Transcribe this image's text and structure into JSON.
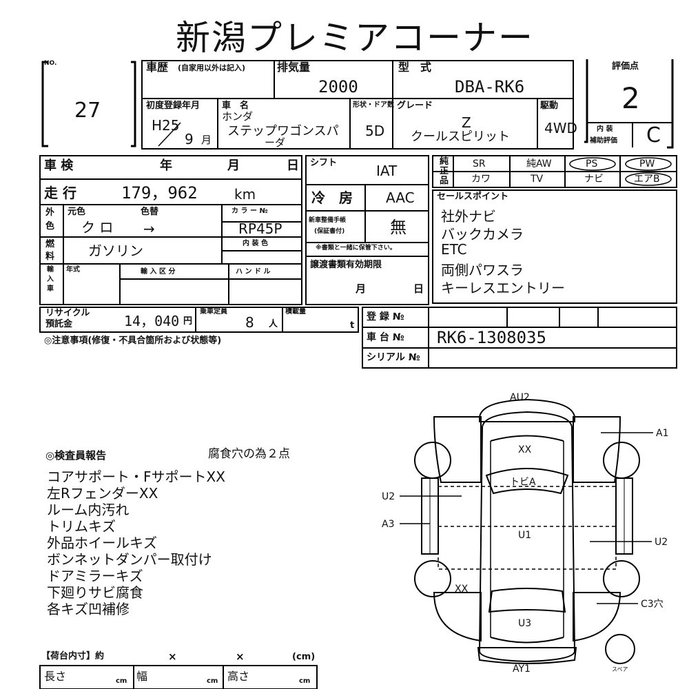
{
  "title": "新潟プレミアコーナー",
  "header": {
    "no_label": "NO.",
    "no_value": "27",
    "history_label": "車歴",
    "history_note": "(自家用以外は記入)",
    "displacement_label": "排気量",
    "displacement_value": "2000",
    "model_label": "型　式",
    "model_value": "DBA-RK6",
    "first_reg_label": "初度登録年月",
    "first_reg_era": "H25",
    "first_reg_month": "9",
    "month_unit": "月",
    "name_label": "車　名",
    "maker": "ホンダ",
    "name_line1": "ステップワゴンスパ",
    "name_line2": "ーダ",
    "shape_label": "形状・ドア数",
    "shape_value": "5D",
    "grade_label": "グレード",
    "grade_line1": "Z",
    "grade_line2": "クールスピリット",
    "drive_label": "駆動",
    "drive_value": "4WD",
    "score_label": "評価点",
    "score_value": "2",
    "interior_label_1": "内 装",
    "interior_label_2": "補助評価",
    "interior_value": "C"
  },
  "details": {
    "inspection_label": "車 検",
    "year_unit": "年",
    "month_unit": "月",
    "day_unit": "日",
    "shift_label": "シフト",
    "shift_value": "IAT",
    "mileage_label": "走 行",
    "mileage_value": "179，962",
    "mileage_unit": "km",
    "ac_label": "冷　房",
    "ac_value": "AAC",
    "ext_label_1": "外",
    "ext_label_2": "色",
    "orig_color_label": "元色",
    "repaint_label": "色替",
    "orig_color_value": "ク ロ",
    "repaint_value": "→",
    "color_no_label": "カ ラ ー №",
    "color_no_value": "RP45P",
    "fuel_label_1": "燃",
    "fuel_label_2": "料",
    "fuel_value": "ガソリン",
    "interior_color_label": "内 装 色",
    "manual_label_1": "新車整備手帳",
    "manual_label_2": "(保証書付)",
    "manual_value": "無",
    "manual_note": "※書類と一緒に保管下さい。",
    "import_label_1": "輸",
    "import_label_2": "入",
    "import_label_3": "車",
    "model_year_label": "年式",
    "import_class_label": "輸 入 区 分",
    "handle_label": "ハ ン ド ル",
    "transfer_label": "譲渡書類有効期限",
    "recycle_label_1": "リサイクル",
    "recycle_label_2": "預託金",
    "recycle_value": "14，040",
    "yen_unit": "円",
    "capacity_label": "乗車定員",
    "capacity_value": "8",
    "person_unit": "人",
    "load_label": "積載量",
    "ton_unit": "t",
    "notes_label": "◎注意事項(修復・不具合箇所および状態等)"
  },
  "equipment": {
    "label_1": "純",
    "label_2": "正",
    "label_3": "品",
    "row1": [
      "SR",
      "純AW",
      "PS",
      "PW"
    ],
    "row2": [
      "カワ",
      "TV",
      "ナビ",
      "エアB"
    ]
  },
  "sales_points": {
    "label": "セールスポイント",
    "items": [
      "社外ナビ",
      "バックカメラ",
      "ETC",
      "両側パワスラ",
      "キーレスエントリー"
    ]
  },
  "registration": {
    "reg_no_label": "登 録 №",
    "chassis_label": "車 台 №",
    "chassis_value": "RK6-1308035",
    "serial_label": "シリアル №"
  },
  "inspector_report": {
    "label": "◎検査員報告",
    "headline": "腐食穴の為２点",
    "items": [
      "コアサポート・FサポートXX",
      "左RフェンダーXX",
      "ルーム内汚れ",
      "トリムキズ",
      "外品ホイールキズ",
      "ボンネットダンパー取付け",
      "ドアミラーキズ",
      "下廻りサビ腐食",
      "各キズ凹補修"
    ]
  },
  "cargo": {
    "label": "【荷台内寸】約",
    "times": "×",
    "cm_paren": "(cm)",
    "length_label": "長さ",
    "width_label": "幅",
    "height_label": "高さ",
    "cm": "cm"
  },
  "diagram": {
    "au2": "AU2",
    "a1": "A1",
    "xx_top": "XX",
    "tobi": "トビA",
    "u2_left": "U2",
    "a3": "A3",
    "u1": "U1",
    "u2_right": "U2",
    "xx_left": "XX",
    "c3": "C3穴",
    "u3": "U3",
    "ay1": "AY1",
    "spare": "スペア"
  }
}
